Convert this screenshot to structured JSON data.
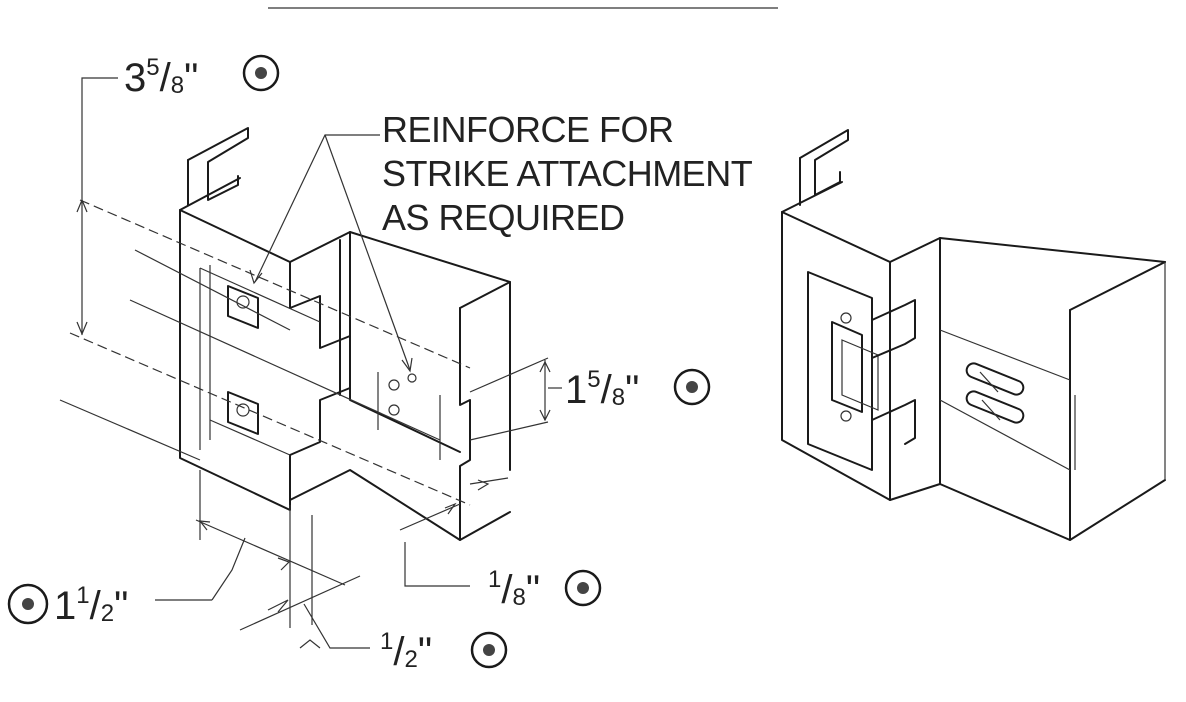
{
  "callouts": {
    "reinforce": {
      "line1": "REINFORCE FOR",
      "line2": "STRIKE ATTACHMENT",
      "line3": "AS REQUIRED"
    }
  },
  "dimensions": {
    "top": {
      "whole": "3",
      "num": "5",
      "den": "8",
      "unit": "\""
    },
    "middle": {
      "whole": "1",
      "num": "5",
      "den": "8",
      "unit": "\""
    },
    "left": {
      "whole": "1",
      "num": "1",
      "den": "2",
      "unit": "\""
    },
    "gap": {
      "num": "1",
      "den": "8",
      "unit": "\""
    },
    "bottom": {
      "num": "1",
      "den": "2",
      "unit": "\""
    }
  },
  "symbol_icon": "circled-dot-icon"
}
